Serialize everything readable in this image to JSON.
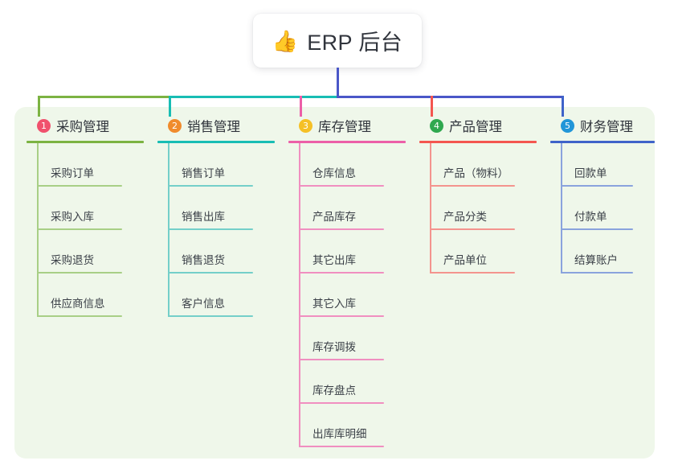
{
  "root": {
    "icon": "thumbs-up-icon",
    "emoji": "👍",
    "title": "ERP 后台",
    "connector_color": "#4a57c8"
  },
  "palette": {
    "panel_bg": "#eff7ea",
    "page_bg": "#ffffff",
    "text": "#2f333b",
    "item_text": "#3a3f47"
  },
  "columns": [
    {
      "number": "1",
      "title": "采购管理",
      "badge_color": "#f0516d",
      "line_color": "#7cb342",
      "item_line_color": "#a8cf86",
      "items": [
        {
          "label": "采购订单"
        },
        {
          "label": "采购入库"
        },
        {
          "label": "采购退货"
        },
        {
          "label": "供应商信息"
        }
      ]
    },
    {
      "number": "2",
      "title": "销售管理",
      "badge_color": "#f08b2c",
      "line_color": "#18bdb4",
      "item_line_color": "#74cfc9",
      "items": [
        {
          "label": "销售订单"
        },
        {
          "label": "销售出库"
        },
        {
          "label": "销售退货"
        },
        {
          "label": "客户信息"
        }
      ]
    },
    {
      "number": "3",
      "title": "库存管理",
      "badge_color": "#f5c026",
      "line_color": "#ec5fa8",
      "item_line_color": "#f08fc0",
      "items": [
        {
          "label": "仓库信息"
        },
        {
          "label": "产品库存"
        },
        {
          "label": "其它出库"
        },
        {
          "label": "其它入库"
        },
        {
          "label": "库存调拨"
        },
        {
          "label": "库存盘点"
        },
        {
          "label": "出库库明细"
        }
      ]
    },
    {
      "number": "4",
      "title": "产品管理",
      "badge_color": "#2fa84f",
      "line_color": "#f4564f",
      "item_line_color": "#f4948e",
      "items": [
        {
          "label": "产品（物料）"
        },
        {
          "label": "产品分类"
        },
        {
          "label": "产品单位"
        }
      ]
    },
    {
      "number": "5",
      "title": "财务管理",
      "badge_color": "#2196d8",
      "line_color": "#3f63c9",
      "item_line_color": "#8aa3dd",
      "items": [
        {
          "label": "回款单"
        },
        {
          "label": "付款单"
        },
        {
          "label": "结算账户"
        }
      ]
    }
  ]
}
